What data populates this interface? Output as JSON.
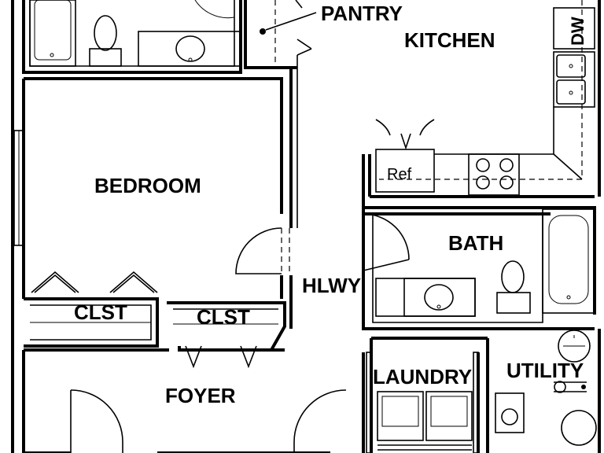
{
  "rooms": {
    "pantry": "PANTRY",
    "kitchen": "KITCHEN",
    "bedroom": "BEDROOM",
    "bath": "BATH",
    "hallway": "HLWY",
    "closet_left": "CLST",
    "closet_right": "CLST",
    "foyer": "FOYER",
    "laundry": "LAUNDRY",
    "utility": "UTILITY"
  },
  "fixtures": {
    "refrigerator": "Ref",
    "dishwasher": "DW"
  },
  "colors": {
    "line": "#000000",
    "background": "#ffffff"
  }
}
